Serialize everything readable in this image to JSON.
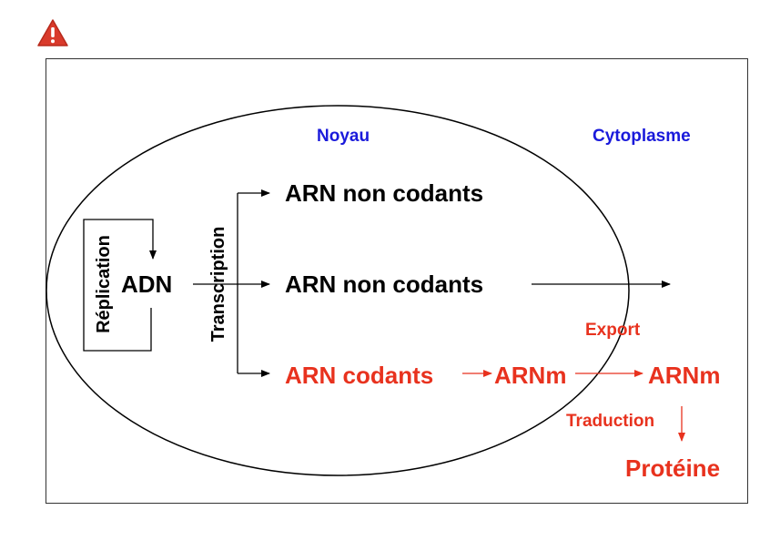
{
  "icons": {
    "warning": "warning-triangle-icon"
  },
  "colors": {
    "blue": "#1a1adb",
    "red": "#e8321e",
    "black": "#000000",
    "warning_red": "#d93a2b"
  },
  "labels": {
    "noyau": "Noyau",
    "cytoplasme": "Cytoplasme",
    "arn_non_codants_1": "ARN non codants",
    "arn_non_codants_2": "ARN non codants",
    "adn": "ADN",
    "replication": "Réplication",
    "transcription": "Transcription",
    "export": "Export",
    "arn_codants": "ARN codants",
    "arnm_nucleus": "ARNm",
    "arnm_cytoplasm": "ARNm",
    "traduction": "Traduction",
    "proteine": "Protéine"
  }
}
